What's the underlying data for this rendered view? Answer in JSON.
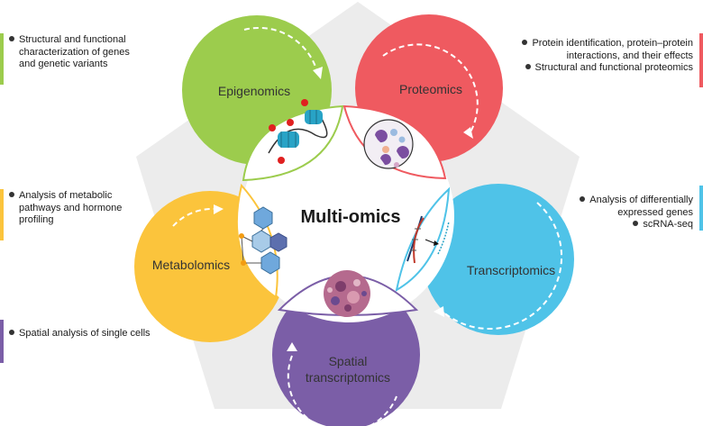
{
  "center_title": "Multi-omics",
  "colors": {
    "epigenomics": "#9ccc4d",
    "proteomics": "#ef5a60",
    "transcriptomics": "#4fc3e8",
    "spatial": "#7b5ea7",
    "metabolomics": "#fbc43c",
    "pentagon": "#ececec"
  },
  "omics": {
    "epigenomics": {
      "label": "Epigenomics"
    },
    "proteomics": {
      "label": "Proteomics"
    },
    "transcriptomics": {
      "label": "Transcriptomics"
    },
    "metabolomics": {
      "label": "Metabolomics"
    },
    "spatial": {
      "label_line1": "Spatial",
      "label_line2": "transcriptomics"
    }
  },
  "annotations": {
    "epigenomics": {
      "lines": [
        "Structural and functional",
        "characterization of genes",
        "and genetic variants"
      ]
    },
    "proteomics": {
      "bullet1_lines": [
        "Protein identification, protein–protein",
        "interactions, and their effects"
      ],
      "bullet2": "Structural and functional proteomics"
    },
    "metabolomics": {
      "lines": [
        "Analysis of metabolic",
        "pathways and hormone",
        "profiling"
      ]
    },
    "transcriptomics": {
      "bullet1_lines": [
        "Analysis of differentially",
        "expressed genes"
      ],
      "bullet2": "scRNA-seq"
    },
    "spatial": {
      "lines": [
        "Spatial analysis of single cells"
      ]
    }
  },
  "icons": {
    "epigenomics": "nucleosome-dna-icon",
    "proteomics": "protein-cell-icon",
    "transcriptomics": "dna-rna-icon",
    "metabolomics": "metabolite-molecule-icon",
    "spatial": "tissue-section-icon"
  }
}
